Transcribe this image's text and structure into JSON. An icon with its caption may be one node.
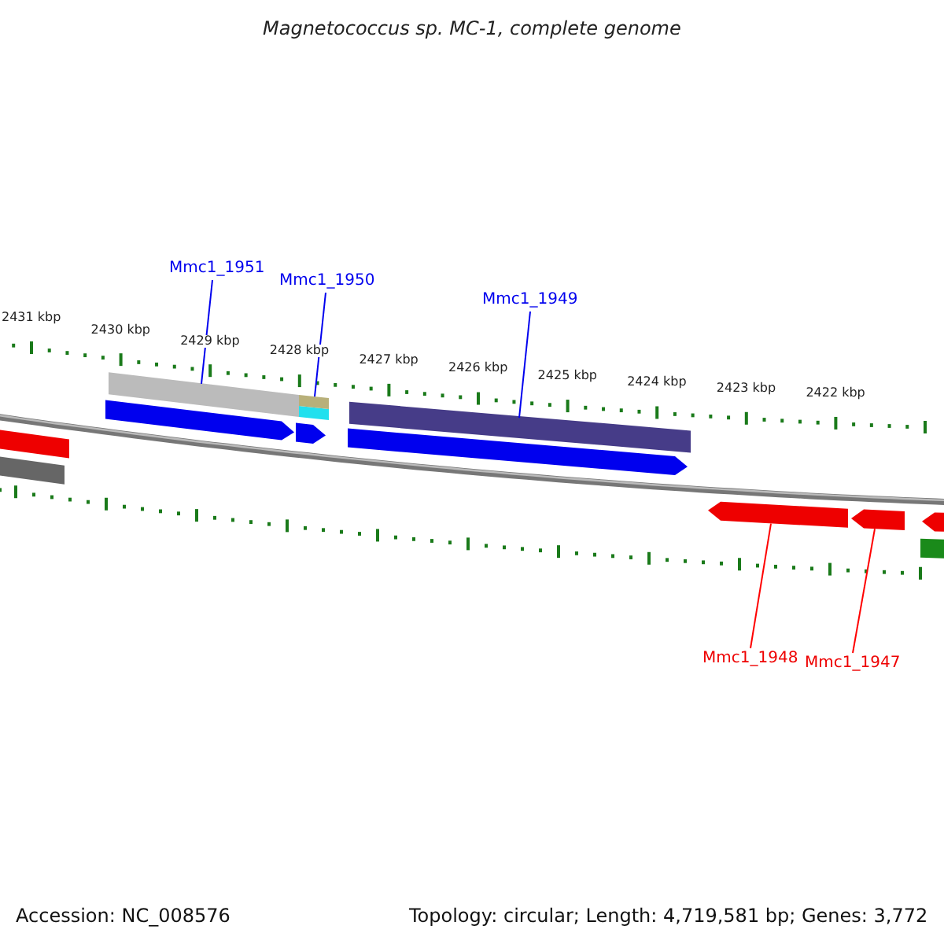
{
  "diagram": {
    "title": "Magnetococcus sp. MC-1, complete genome",
    "nodes": [
      {
        "text": [
          "Mmc1_1951"
        ]
      },
      {
        "text": [
          "Mmc1_1950"
        ]
      },
      {
        "text": [
          "Mmc1_1949"
        ]
      },
      {
        "text": [
          "Mmc1_1948"
        ]
      },
      {
        "text": [
          "Mmc1_1947"
        ]
      },
      {
        "text": [],
        "shape": "bar"
      },
      {
        "text": [],
        "shape": "bar"
      },
      {
        "text": [],
        "shape": "bar"
      },
      {
        "text": [],
        "shape": "arrow"
      },
      {
        "text": [],
        "shape": "arrow"
      }
    ],
    "edges": [
      {
        "from": 0,
        "to": 5,
        "arrow": "none"
      },
      {
        "from": 1,
        "to": 6,
        "arrow": "none"
      },
      {
        "from": 2,
        "to": 7,
        "arrow": "none"
      },
      {
        "from": 3,
        "to": 8,
        "arrow": "none",
        "color": "#ff0000"
      },
      {
        "from": 4,
        "to": 9,
        "arrow": "none",
        "color": "#ff0000"
      }
    ],
    "labels": [
      "2431 kbp",
      "2430 kbp",
      "2429 kbp",
      "2428 kbp",
      "2427 kbp",
      "2426 kbp",
      "2425 kbp",
      "2424 kbp",
      "2423 kbp",
      "2422 kbp",
      "Accession: NC_008576",
      "Topology: circular; Length: 4,719,581 bp; Genes: 3,772"
    ]
  }
}
